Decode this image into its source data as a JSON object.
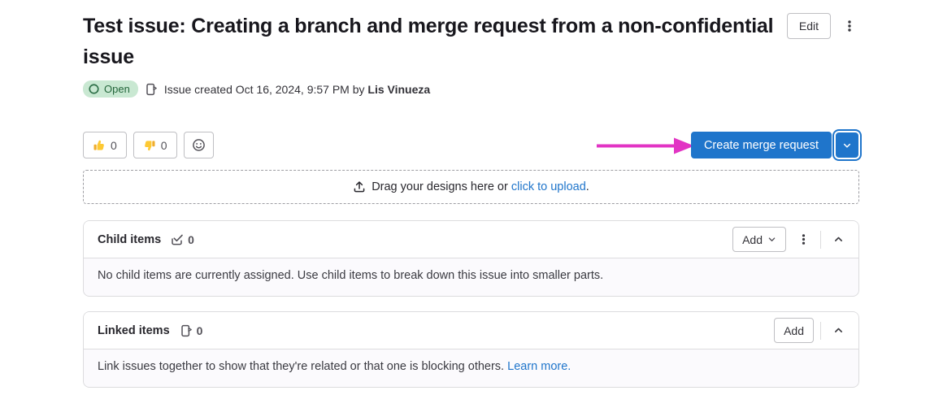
{
  "colors": {
    "accent_blue": "#1f75cb",
    "arrow_magenta": "#e234c4",
    "open_badge_bg": "#c9e8d2",
    "open_badge_text": "#24663b",
    "card_border": "#dcdcde",
    "card_body_bg": "#fbfafd"
  },
  "header": {
    "title": "Test issue: Creating a branch and merge request from a non-confidential issue",
    "edit_button": "Edit",
    "status_badge": "Open",
    "created_text": "Issue created Oct 16, 2024, 9:57 PM by",
    "author": "Lis Vinueza"
  },
  "reactions": {
    "thumbs_up_count": "0",
    "thumbs_down_count": "0"
  },
  "merge_request": {
    "create_button": "Create merge request"
  },
  "designs": {
    "drag_text": "Drag your designs here or",
    "upload_link": "click to upload",
    "period": "."
  },
  "child_items": {
    "title": "Child items",
    "count": "0",
    "add_button": "Add",
    "empty_text": "No child items are currently assigned. Use child items to break down this issue into smaller parts."
  },
  "linked_items": {
    "title": "Linked items",
    "count": "0",
    "add_button": "Add",
    "empty_text": "Link issues together to show that they're related or that one is blocking others.",
    "learn_more_link": "Learn more."
  }
}
